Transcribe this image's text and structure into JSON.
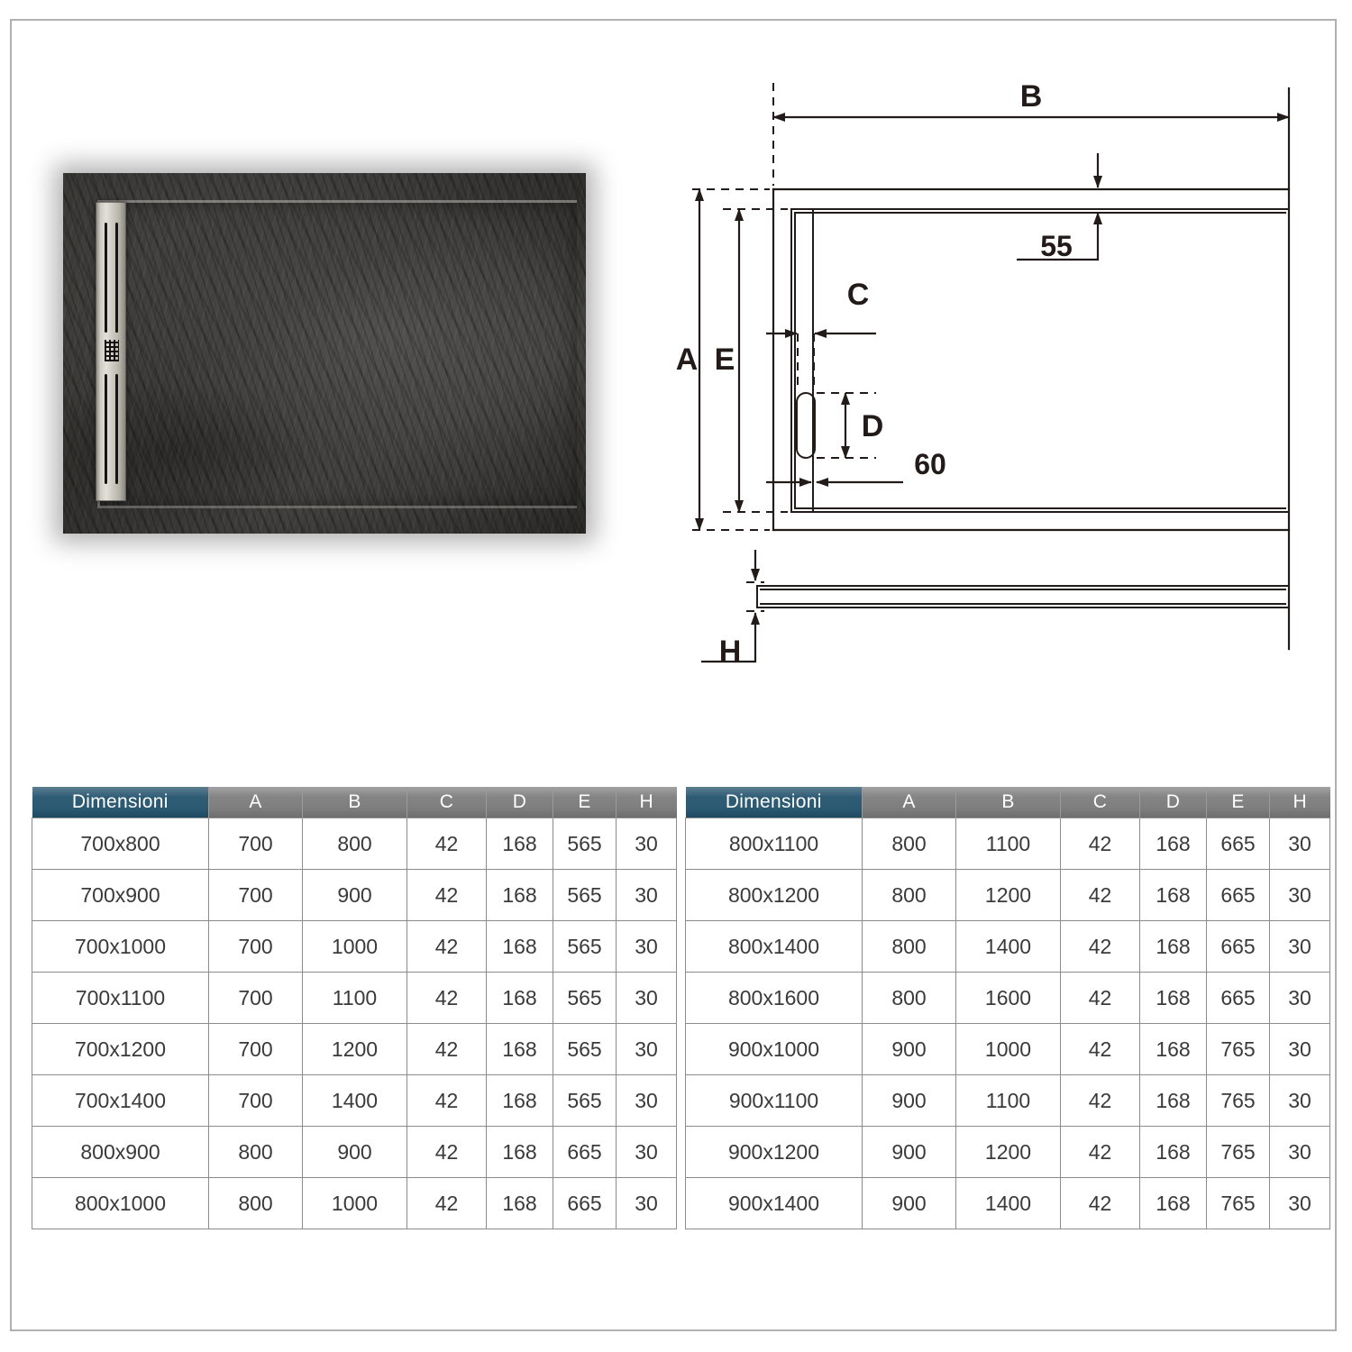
{
  "product_photo": {
    "alt": "black slate effect rectangular shower tray with linear stainless steel drain channel on left side",
    "drain_name": "linear-drain-grate"
  },
  "drawing": {
    "title": "shower tray dimensioned technical drawing",
    "labels": {
      "A": "A",
      "B": "B",
      "C": "C",
      "D": "D",
      "E": "E",
      "H": "H"
    },
    "fixed_dimensions": {
      "wall_offset": "55",
      "channel_offset": "60"
    },
    "views": {
      "top": "top-view",
      "side": "side-elevation-view"
    }
  },
  "tables": [
    {
      "id": "table-left",
      "columns": [
        "Dimensioni",
        "A",
        "B",
        "C",
        "D",
        "E",
        "H"
      ],
      "rows": [
        [
          "700x800",
          "700",
          "800",
          "42",
          "168",
          "565",
          "30"
        ],
        [
          "700x900",
          "700",
          "900",
          "42",
          "168",
          "565",
          "30"
        ],
        [
          "700x1000",
          "700",
          "1000",
          "42",
          "168",
          "565",
          "30"
        ],
        [
          "700x1100",
          "700",
          "1100",
          "42",
          "168",
          "565",
          "30"
        ],
        [
          "700x1200",
          "700",
          "1200",
          "42",
          "168",
          "565",
          "30"
        ],
        [
          "700x1400",
          "700",
          "1400",
          "42",
          "168",
          "565",
          "30"
        ],
        [
          "800x900",
          "800",
          "900",
          "42",
          "168",
          "665",
          "30"
        ],
        [
          "800x1000",
          "800",
          "1000",
          "42",
          "168",
          "665",
          "30"
        ]
      ]
    },
    {
      "id": "table-right",
      "columns": [
        "Dimensioni",
        "A",
        "B",
        "C",
        "D",
        "E",
        "H"
      ],
      "rows": [
        [
          "800x1100",
          "800",
          "1100",
          "42",
          "168",
          "665",
          "30"
        ],
        [
          "800x1200",
          "800",
          "1200",
          "42",
          "168",
          "665",
          "30"
        ],
        [
          "800x1400",
          "800",
          "1400",
          "42",
          "168",
          "665",
          "30"
        ],
        [
          "800x1600",
          "800",
          "1600",
          "42",
          "168",
          "665",
          "30"
        ],
        [
          "900x1000",
          "900",
          "1000",
          "42",
          "168",
          "765",
          "30"
        ],
        [
          "900x1100",
          "900",
          "1100",
          "42",
          "168",
          "765",
          "30"
        ],
        [
          "900x1200",
          "900",
          "1200",
          "42",
          "168",
          "765",
          "30"
        ],
        [
          "900x1400",
          "900",
          "1400",
          "42",
          "168",
          "765",
          "30"
        ]
      ]
    }
  ],
  "colors": {
    "header_blue": "#2c5a73",
    "header_gray": "#7e7e7e",
    "grid_line": "#8c8c8c",
    "frame": "#b0b0b0",
    "drawing_ink": "#231a1a"
  }
}
